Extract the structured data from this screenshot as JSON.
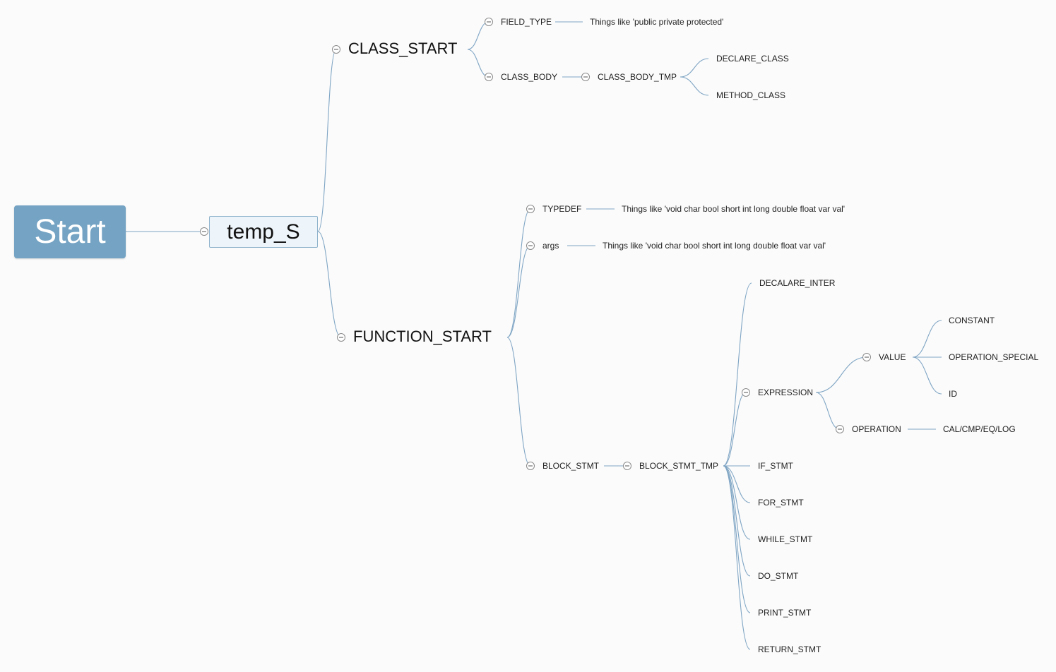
{
  "mindmap": {
    "root": {
      "label": "Start"
    },
    "main": {
      "label": "temp_S"
    },
    "class_start": {
      "label": "CLASS_START",
      "field_type": {
        "label": "FIELD_TYPE",
        "note": "Things like 'public private protected'"
      },
      "class_body": {
        "label": "CLASS_BODY",
        "class_body_tmp": {
          "label": "CLASS_BODY_TMP",
          "children": [
            "DECLARE_CLASS",
            "METHOD_CLASS"
          ]
        }
      }
    },
    "function_start": {
      "label": "FUNCTION_START",
      "typedef": {
        "label": "TYPEDEF",
        "note": "Things like 'void char bool short int long double float var val'"
      },
      "args": {
        "label": "args",
        "note": "Things like 'void char bool short int long double float var val'"
      },
      "block_stmt": {
        "label": "BLOCK_STMT",
        "block_stmt_tmp": {
          "label": "BLOCK_STMT_TMP",
          "decalare_inter": "DECALARE_INTER",
          "expression": {
            "label": "EXPRESSION",
            "value": {
              "label": "VALUE",
              "children": [
                "CONSTANT",
                "OPERATION_SPECIAL",
                "ID"
              ]
            },
            "operation": {
              "label": "OPERATION",
              "child": "CAL/CMP/EQ/LOG"
            }
          },
          "statements": [
            "IF_STMT",
            "FOR_STMT",
            "WHILE_STMT",
            "DO_STMT",
            "PRINT_STMT",
            "RETURN_STMT"
          ]
        }
      }
    }
  }
}
